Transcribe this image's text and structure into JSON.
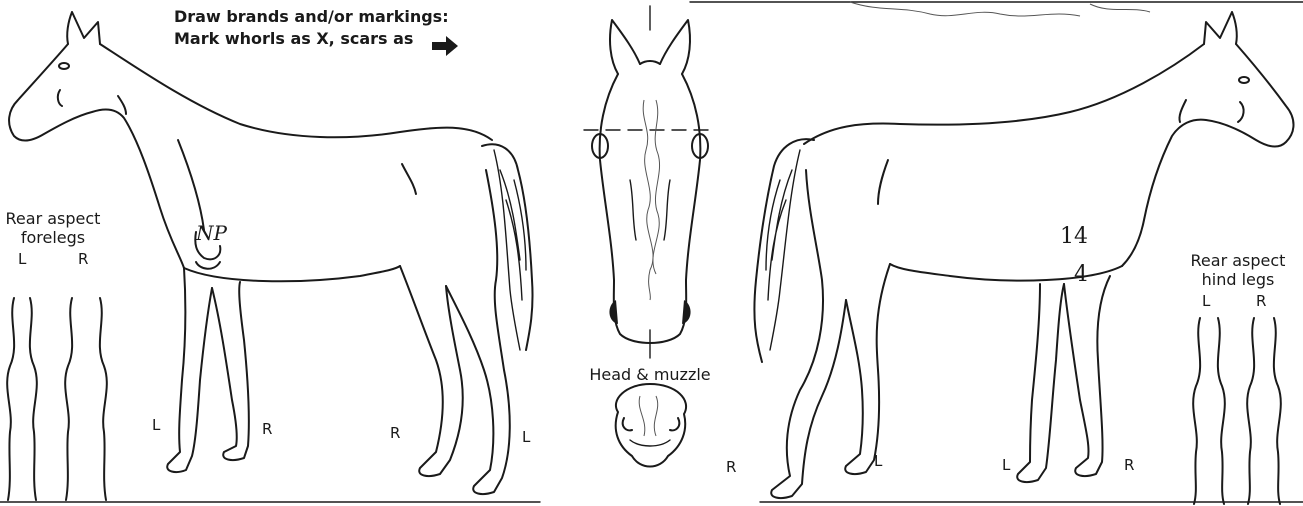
{
  "instructions": {
    "line1": "Draw brands and/or markings:",
    "line2": "Mark whorls as X, scars as"
  },
  "left_view": {
    "caption_line1": "Rear aspect",
    "caption_line2": "forelegs",
    "leg_left": "L",
    "leg_right": "R",
    "body_labels": {
      "front_left": "L",
      "front_right": "R",
      "hind_right": "R",
      "hind_left": "L"
    },
    "brand": "NP"
  },
  "center_view": {
    "caption": "Head & muzzle"
  },
  "right_view": {
    "caption_line1": "Rear aspect",
    "caption_line2": "hind legs",
    "leg_left": "L",
    "leg_right": "R",
    "body_labels": {
      "hind_right": "R",
      "hind_left": "L",
      "front_left": "L",
      "front_right": "R"
    },
    "brand_line1": "14",
    "brand_line2": "4"
  },
  "icons": {
    "scar_marker": "arrow-right-icon"
  }
}
